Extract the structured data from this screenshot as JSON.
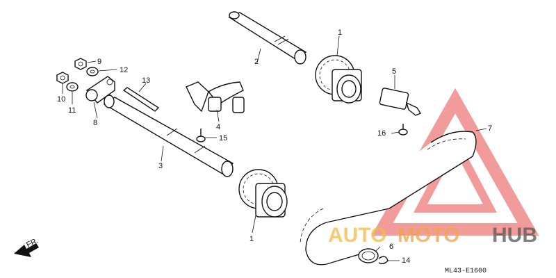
{
  "diagram": {
    "code": "ML43-E1600",
    "direction_label": "FR.",
    "callouts": {
      "c1_top": "1",
      "c1_bottom": "1",
      "c2": "2",
      "c3": "3",
      "c4": "4",
      "c5": "5",
      "c6": "6",
      "c7": "7",
      "c8": "8",
      "c9": "9",
      "c10": "10",
      "c11": "11",
      "c12": "12",
      "c13": "13",
      "c14": "14",
      "c15": "15",
      "c16": "16"
    }
  },
  "watermark": {
    "part1": "AUTO",
    "part2": "MOTO",
    "part3": "HUB",
    "colors": {
      "auto": "#f4b942",
      "moto": "#f2a24a",
      "hub": "#555555",
      "triangle": "#e84a4a"
    }
  }
}
